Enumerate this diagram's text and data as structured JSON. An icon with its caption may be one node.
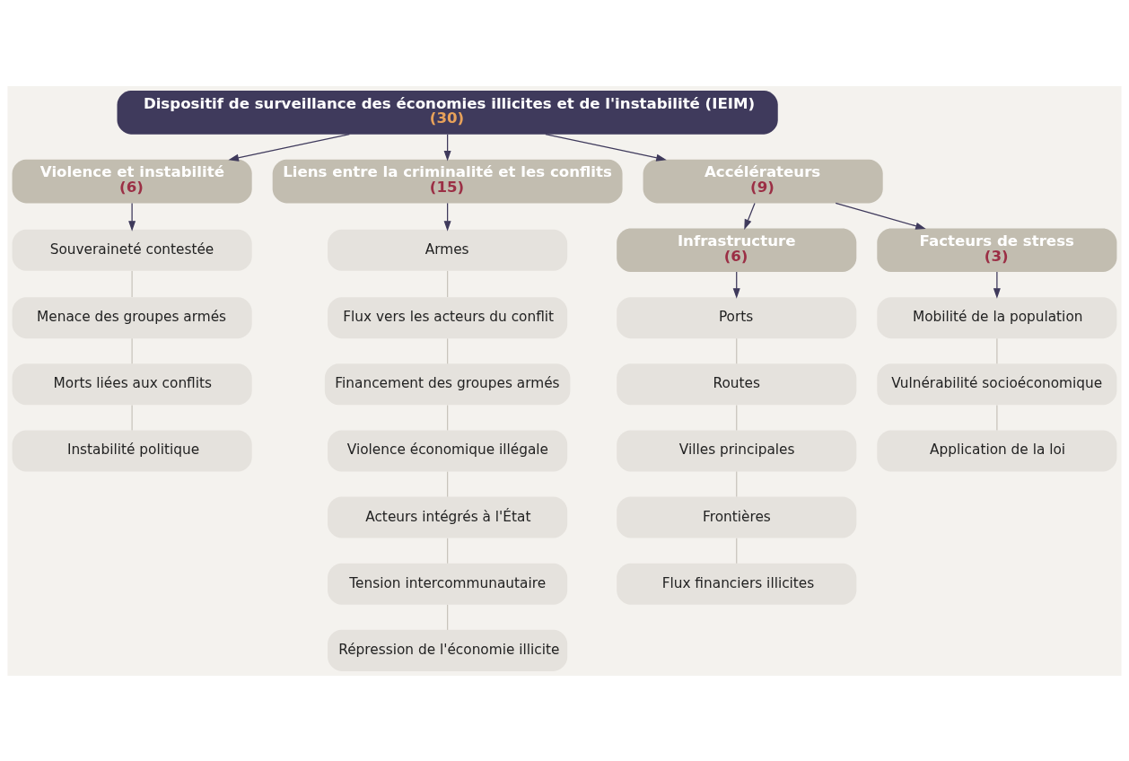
{
  "diagram": {
    "nodes": [
      {
        "text": [
          "Dispositif de surveillance des économies illicites et de l'instabilité (IEIM)",
          "(30)"
        ]
      },
      {
        "text": [
          "Violence et instabilité",
          "(6)"
        ]
      },
      {
        "text": [
          "Liens entre la criminalité et les conflits",
          "(15)"
        ]
      },
      {
        "text": [
          "Accélérateurs",
          "(9)"
        ]
      },
      {
        "text": [
          "Infrastructure",
          "(6)"
        ]
      },
      {
        "text": [
          "Facteurs de stress",
          "(3)"
        ]
      },
      {
        "text": [
          "Souveraineté contestée"
        ]
      },
      {
        "text": [
          "Menace des groupes armés"
        ]
      },
      {
        "text": [
          "Morts liées aux conflits"
        ]
      },
      {
        "text": [
          "Instabilité politique"
        ]
      },
      {
        "text": [
          "Armes"
        ]
      },
      {
        "text": [
          "Flux vers les acteurs du conflit"
        ]
      },
      {
        "text": [
          "Financement des groupes armés"
        ]
      },
      {
        "text": [
          "Violence économique illégale"
        ]
      },
      {
        "text": [
          "Acteurs intégrés à l'État"
        ]
      },
      {
        "text": [
          "Tension intercommunautaire"
        ]
      },
      {
        "text": [
          "Répression de l'économie illicite"
        ]
      },
      {
        "text": [
          "Ports"
        ]
      },
      {
        "text": [
          "Routes"
        ]
      },
      {
        "text": [
          "Villes principales"
        ]
      },
      {
        "text": [
          "Frontières"
        ]
      },
      {
        "text": [
          "Flux financiers illicites"
        ]
      },
      {
        "text": [
          "Mobilité de la population"
        ]
      },
      {
        "text": [
          "Vulnérabilité socioéconomique"
        ]
      },
      {
        "text": [
          "Application de la loi"
        ]
      }
    ],
    "edges": [
      {
        "from": 0,
        "to": 1,
        "arrow": "to",
        "color": "#3f3a5c"
      },
      {
        "from": 0,
        "to": 2,
        "arrow": "to",
        "color": "#3f3a5c"
      },
      {
        "from": 0,
        "to": 3,
        "arrow": "to",
        "color": "#3f3a5c"
      },
      {
        "from": 3,
        "to": 4,
        "arrow": "to",
        "color": "#3f3a5c"
      },
      {
        "from": 3,
        "to": 5,
        "arrow": "to",
        "color": "#3f3a5c"
      },
      {
        "from": 1,
        "to": 6,
        "arrow": "to",
        "color": "#3f3a5c"
      },
      {
        "from": 6,
        "to": 7,
        "arrow": "none"
      },
      {
        "from": 7,
        "to": 8,
        "arrow": "none"
      },
      {
        "from": 8,
        "to": 9,
        "arrow": "none"
      },
      {
        "from": 2,
        "to": 10,
        "arrow": "to",
        "color": "#3f3a5c"
      },
      {
        "from": 10,
        "to": 11,
        "arrow": "none"
      },
      {
        "from": 11,
        "to": 12,
        "arrow": "none"
      },
      {
        "from": 12,
        "to": 13,
        "arrow": "none"
      },
      {
        "from": 13,
        "to": 14,
        "arrow": "none"
      },
      {
        "from": 14,
        "to": 15,
        "arrow": "none"
      },
      {
        "from": 15,
        "to": 16,
        "arrow": "none"
      },
      {
        "from": 4,
        "to": 17,
        "arrow": "to",
        "color": "#3f3a5c"
      },
      {
        "from": 17,
        "to": 18,
        "arrow": "none"
      },
      {
        "from": 18,
        "to": 19,
        "arrow": "none"
      },
      {
        "from": 19,
        "to": 20,
        "arrow": "none"
      },
      {
        "from": 20,
        "to": 21,
        "arrow": "none"
      },
      {
        "from": 5,
        "to": 22,
        "arrow": "to",
        "color": "#3f3a5c"
      },
      {
        "from": 22,
        "to": 23,
        "arrow": "none"
      },
      {
        "from": 23,
        "to": 24,
        "arrow": "none"
      }
    ]
  }
}
